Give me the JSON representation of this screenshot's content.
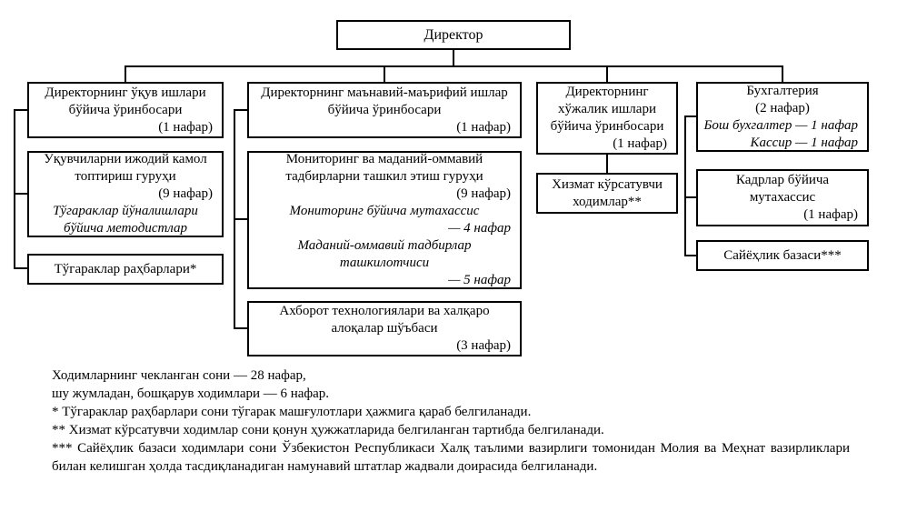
{
  "root": {
    "title": "Директор"
  },
  "col1": {
    "box1": {
      "title": "Директорнинг ўқув ишлари\nбўйича ўринбосари",
      "count": "(1 нафар)"
    },
    "box2": {
      "title": "Ўқувчиларни ижодий камол\nтоптириш гуруҳи",
      "count": "(9 нафар)",
      "detail": "Тўгараклар йўналишлари\nбўйича методистлар"
    },
    "box3": {
      "title": "Тўгараклар раҳбарлари*"
    }
  },
  "col2": {
    "box1": {
      "title": "Директорнинг маънавий-маърифий ишлар\nбўйича ўринбосари",
      "count": "(1 нафар)"
    },
    "box2": {
      "title": "Мониторинг ва маданий-оммавий\nтадбирларни ташкил этиш гуруҳи",
      "count": "(9 нафар)",
      "role1": "Мониторинг бўйича мутахассис",
      "role1_count": "— 4 нафар",
      "role2": "Маданий-оммавий тадбирлар\nташкилотчиси",
      "role2_count": "— 5 нафар"
    },
    "box3": {
      "title": "Ахборот технологиялари ва халқаро\nалоқалар шўъбаси",
      "count": "(3 нафар)"
    }
  },
  "col3": {
    "box1": {
      "title": "Директорнинг\nхўжалик ишлари\nбўйича ўринбосари",
      "count": "(1 нафар)"
    },
    "box2": {
      "title": "Хизмат кўрсатувчи\nходимлар**"
    }
  },
  "col4": {
    "box1": {
      "title": "Бухгалтерия",
      "count": "(2 нафар)",
      "role1": "Бош бухгалтер — 1 нафар",
      "role2": "Кассир — 1 нафар"
    },
    "box2": {
      "title": "Кадрлар бўйича\nмутахассис",
      "count": "(1 нафар)"
    },
    "box3": {
      "title": "Сайёҳлик базаси***"
    }
  },
  "notes": {
    "line1": "Ходимларнинг чекланган сони — 28 нафар,",
    "line2": "шу жумладан, бошқарув ходимлари — 6 нафар.",
    "line3": "* Тўгараклар раҳбарлари сони тўгарак машғулотлари ҳажмига қараб белгиланади.",
    "line4": "** Хизмат кўрсатувчи ходимлар сони қонун ҳужжатларида белгиланган тартибда белгиланади.",
    "line5": "*** Сайёҳлик базаси ходимлари сони Ўзбекистон Республикаси Халқ таълими вазирлиги томонидан Молия ва Меҳнат вазирликлари билан келишган ҳолда тасдиқланадиган намунавий штатлар жадвали доирасида белгиланади."
  }
}
